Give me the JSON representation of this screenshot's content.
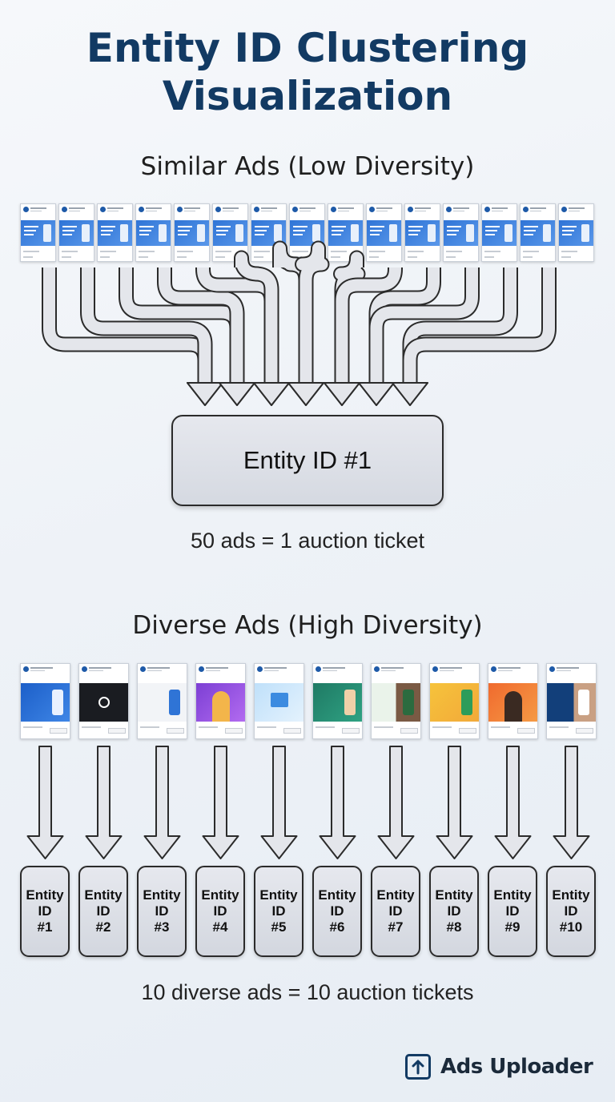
{
  "title": {
    "line1": "Entity ID Clustering",
    "line2": "Visualization"
  },
  "similar": {
    "heading": "Similar Ads (Low Diversity)",
    "entity_label": "Entity ID #1",
    "caption": "50 ads = 1 auction ticket",
    "ad_count_shown": 15
  },
  "diverse": {
    "heading": "Diverse Ads (High Diversity)",
    "caption": "10 diverse ads = 10 auction tickets",
    "entities": [
      {
        "line1": "Entity",
        "line2": "ID",
        "line3": "#1"
      },
      {
        "line1": "Entity",
        "line2": "ID",
        "line3": "#2"
      },
      {
        "line1": "Entity",
        "line2": "ID",
        "line3": "#3"
      },
      {
        "line1": "Entity",
        "line2": "ID",
        "line3": "#4"
      },
      {
        "line1": "Entity",
        "line2": "ID",
        "line3": "#5"
      },
      {
        "line1": "Entity",
        "line2": "ID",
        "line3": "#6"
      },
      {
        "line1": "Entity",
        "line2": "ID",
        "line3": "#7"
      },
      {
        "line1": "Entity",
        "line2": "ID",
        "line3": "#8"
      },
      {
        "line1": "Entity",
        "line2": "ID",
        "line3": "#9"
      },
      {
        "line1": "Entity",
        "line2": "ID",
        "line3": "#10"
      }
    ],
    "ad_themes": [
      "blue-phone",
      "dark-video",
      "grid-cards",
      "purple-person",
      "light-slider",
      "green-phone",
      "split-people",
      "yellow-phone",
      "orange-people",
      "navy-person"
    ]
  },
  "brand": {
    "name": "Ads Uploader",
    "icon": "upload-box-icon"
  },
  "colors": {
    "title": "#123a63",
    "ad_blue": "#2f74d6",
    "box_fill": "#dcdfe6"
  }
}
